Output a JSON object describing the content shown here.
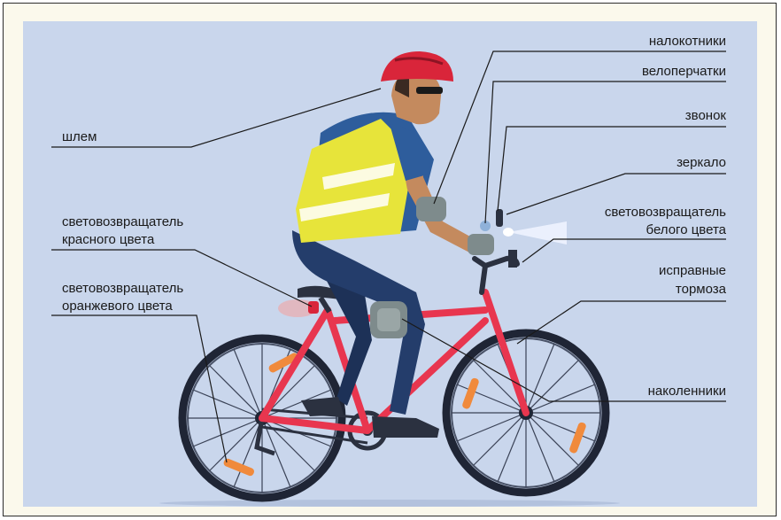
{
  "labels": {
    "helmet": "шлем",
    "elbow_pads": "налокотники",
    "gloves": "велоперчатки",
    "bell": "звонок",
    "mirror": "зеркало",
    "white_reflector_1": "световозвращатель",
    "white_reflector_2": "белого цвета",
    "red_reflector_1": "световозвращатель",
    "red_reflector_2": "красного цвета",
    "orange_reflector_1": "световозвращатель",
    "orange_reflector_2": "оранжевого цвета",
    "brakes_1": "исправные",
    "brakes_2": "тормоза",
    "knee_pads": "наколенники"
  },
  "colors": {
    "background": "#c9d6ec",
    "frame": "#e8364f",
    "vest": "#e7e43a",
    "shirt": "#2e5d9c",
    "pants": "#243d6b",
    "helmet": "#d9253a",
    "reflector_orange": "#f08a3c"
  }
}
